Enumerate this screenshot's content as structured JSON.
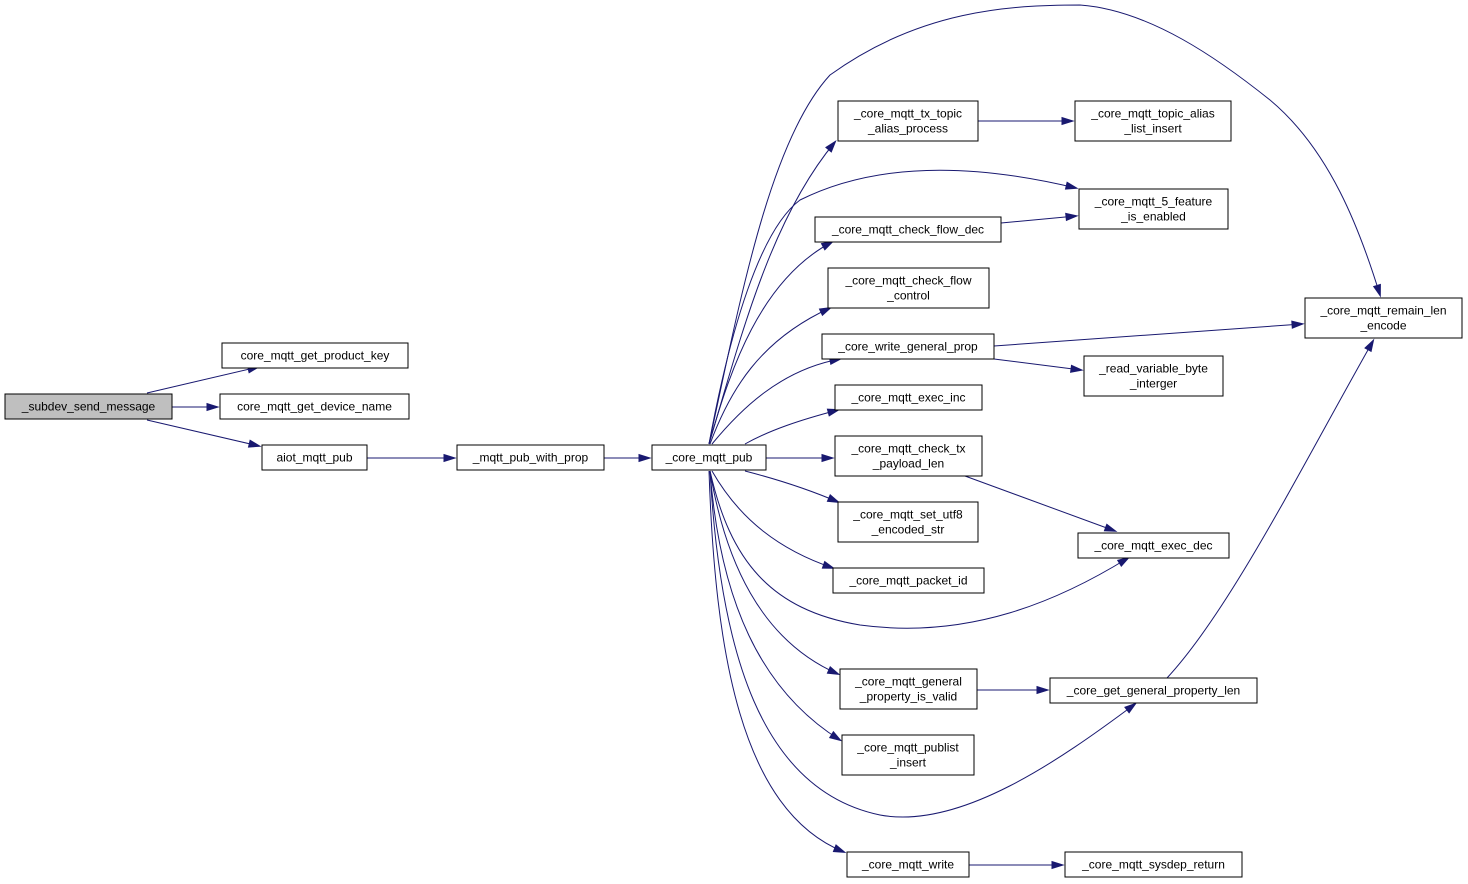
{
  "nodes": [
    {
      "id": "subdev_send_message",
      "lines": [
        "_subdev_send_message"
      ],
      "root": true
    },
    {
      "id": "get_product_key",
      "lines": [
        "core_mqtt_get_product_key"
      ]
    },
    {
      "id": "get_device_name",
      "lines": [
        "core_mqtt_get_device_name"
      ]
    },
    {
      "id": "aiot_mqtt_pub",
      "lines": [
        "aiot_mqtt_pub"
      ]
    },
    {
      "id": "mqtt_pub_with_prop",
      "lines": [
        "_mqtt_pub_with_prop"
      ]
    },
    {
      "id": "core_mqtt_pub",
      "lines": [
        "_core_mqtt_pub"
      ]
    },
    {
      "id": "tx_topic_alias_process",
      "lines": [
        "_core_mqtt_tx_topic",
        "_alias_process"
      ]
    },
    {
      "id": "check_flow_dec",
      "lines": [
        "_core_mqtt_check_flow_dec"
      ]
    },
    {
      "id": "check_flow_control",
      "lines": [
        "_core_mqtt_check_flow",
        "_control"
      ]
    },
    {
      "id": "write_general_prop",
      "lines": [
        "_core_write_general_prop"
      ]
    },
    {
      "id": "exec_inc",
      "lines": [
        "_core_mqtt_exec_inc"
      ]
    },
    {
      "id": "check_tx_payload_len",
      "lines": [
        "_core_mqtt_check_tx",
        "_payload_len"
      ]
    },
    {
      "id": "set_utf8_encoded_str",
      "lines": [
        "_core_mqtt_set_utf8",
        "_encoded_str"
      ]
    },
    {
      "id": "packet_id",
      "lines": [
        "_core_mqtt_packet_id"
      ]
    },
    {
      "id": "general_property_is_valid",
      "lines": [
        "_core_mqtt_general",
        "_property_is_valid"
      ]
    },
    {
      "id": "publist_insert",
      "lines": [
        "_core_mqtt_publist",
        "_insert"
      ]
    },
    {
      "id": "mqtt_write",
      "lines": [
        "_core_mqtt_write"
      ]
    },
    {
      "id": "topic_alias_list_insert",
      "lines": [
        "_core_mqtt_topic_alias",
        "_list_insert"
      ]
    },
    {
      "id": "feature_is_enabled",
      "lines": [
        "_core_mqtt_5_feature",
        "_is_enabled"
      ]
    },
    {
      "id": "remain_len_encode",
      "lines": [
        "_core_mqtt_remain_len",
        "_encode"
      ]
    },
    {
      "id": "read_variable_byte_interger",
      "lines": [
        "_read_variable_byte",
        "_interger"
      ]
    },
    {
      "id": "exec_dec",
      "lines": [
        "_core_mqtt_exec_dec"
      ]
    },
    {
      "id": "get_general_property_len",
      "lines": [
        "_core_get_general_property_len"
      ]
    },
    {
      "id": "sysdep_return",
      "lines": [
        "_core_mqtt_sysdep_return"
      ]
    }
  ],
  "edges": [
    [
      "subdev_send_message",
      "get_product_key"
    ],
    [
      "subdev_send_message",
      "get_device_name"
    ],
    [
      "subdev_send_message",
      "aiot_mqtt_pub"
    ],
    [
      "aiot_mqtt_pub",
      "mqtt_pub_with_prop"
    ],
    [
      "mqtt_pub_with_prop",
      "core_mqtt_pub"
    ],
    [
      "core_mqtt_pub",
      "remain_len_encode"
    ],
    [
      "core_mqtt_pub",
      "tx_topic_alias_process"
    ],
    [
      "core_mqtt_pub",
      "feature_is_enabled"
    ],
    [
      "core_mqtt_pub",
      "check_flow_dec"
    ],
    [
      "core_mqtt_pub",
      "check_flow_control"
    ],
    [
      "core_mqtt_pub",
      "write_general_prop"
    ],
    [
      "core_mqtt_pub",
      "exec_inc"
    ],
    [
      "core_mqtt_pub",
      "check_tx_payload_len"
    ],
    [
      "core_mqtt_pub",
      "set_utf8_encoded_str"
    ],
    [
      "core_mqtt_pub",
      "packet_id"
    ],
    [
      "core_mqtt_pub",
      "exec_dec"
    ],
    [
      "core_mqtt_pub",
      "general_property_is_valid"
    ],
    [
      "core_mqtt_pub",
      "publist_insert"
    ],
    [
      "core_mqtt_pub",
      "get_general_property_len"
    ],
    [
      "core_mqtt_pub",
      "mqtt_write"
    ],
    [
      "tx_topic_alias_process",
      "topic_alias_list_insert"
    ],
    [
      "check_flow_dec",
      "feature_is_enabled"
    ],
    [
      "write_general_prop",
      "remain_len_encode"
    ],
    [
      "write_general_prop",
      "read_variable_byte_interger"
    ],
    [
      "check_tx_payload_len",
      "exec_dec"
    ],
    [
      "general_property_is_valid",
      "get_general_property_len"
    ],
    [
      "get_general_property_len",
      "remain_len_encode"
    ],
    [
      "mqtt_write",
      "sysdep_return"
    ]
  ],
  "colors": {
    "edge": "#191970",
    "root_fill": "#bfbfbf",
    "node_fill": "#ffffff",
    "node_stroke": "#000000"
  }
}
